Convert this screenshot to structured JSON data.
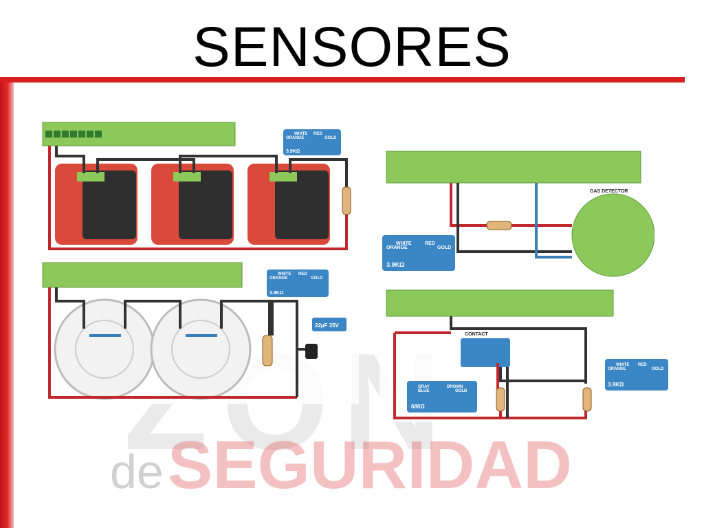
{
  "title": "SENSORES",
  "watermark": {
    "prefix": "de",
    "word": "SEGURIDAD"
  },
  "resistors": {
    "r1": {
      "c1": "WHITE",
      "c2": "ORANGE",
      "c3": "RED",
      "c4": "GOLD",
      "value": "3.9KΩ"
    },
    "r2": {
      "c1": "WHITE",
      "c2": "ORANGE",
      "c3": "RED",
      "c4": "GOLD",
      "value": "3.9KΩ"
    },
    "r3": {
      "c1": "WHITE",
      "c2": "ORANGE",
      "c3": "RED",
      "c4": "GOLD",
      "value": "3.9KΩ"
    },
    "r4": {
      "c1": "WHITE",
      "c2": "ORANGE",
      "c3": "RED",
      "c4": "GOLD",
      "value": "3.9KΩ"
    },
    "r5": {
      "c1": "GRAY",
      "c2": "BLUE",
      "c3": "BROWN",
      "c4": "GOLD",
      "value": "680Ω"
    }
  },
  "capacitor": "22µF 35V",
  "gas_detector": "GAS DETECTOR",
  "contact": "CONTACT",
  "colors": {
    "accent_red": "#d81e1e",
    "board_green": "#8cc85a",
    "wire_red": "#c0282d",
    "wire_dark": "#333333",
    "wire_blue": "#3a7fb8"
  }
}
